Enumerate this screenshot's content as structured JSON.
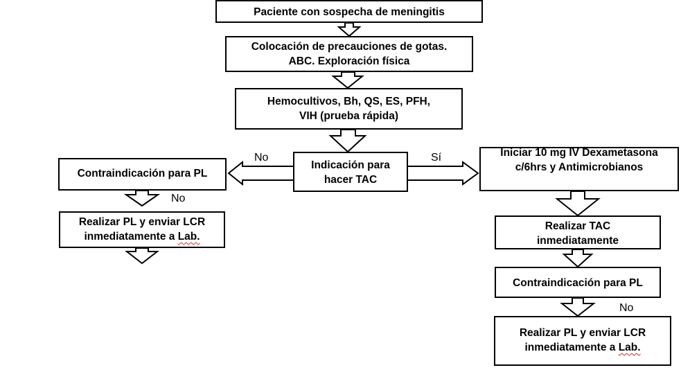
{
  "nodes": {
    "patient": {
      "lines": [
        "Paciente con sospecha de meningitis"
      ]
    },
    "precautions": {
      "lines": [
        "Colocación de precauciones de gotas.",
        "ABC. Exploración física"
      ]
    },
    "labs": {
      "lines": [
        "Hemocultivos, Bh, QS, ES, PFH,",
        "VIH (prueba rápida)"
      ]
    },
    "tac_indication": {
      "lines": [
        "Indicación para",
        "hacer TAC"
      ]
    },
    "left_contra": {
      "lines": [
        "Contraindicación para PL"
      ]
    },
    "left_pl": {
      "line1": "Realizar PL y enviar LCR",
      "line2_a": "inmediatamente a ",
      "line2_b": "Lab."
    },
    "dexa": {
      "lines": [
        "Iniciar 10 mg IV Dexametasona",
        "c/6hrs y Antimicrobianos"
      ]
    },
    "tac": {
      "lines": [
        "Realizar TAC",
        "inmediatamente"
      ]
    },
    "right_contra": {
      "lines": [
        "Contraindicación para PL"
      ]
    },
    "right_pl": {
      "line1": "Realizar PL y enviar LCR",
      "line2_a": "inmediatamente a ",
      "line2_b": "Lab."
    }
  },
  "edge_labels": {
    "to_left": "No",
    "to_right": "Sí",
    "left_down": "No",
    "right_down": "No"
  }
}
